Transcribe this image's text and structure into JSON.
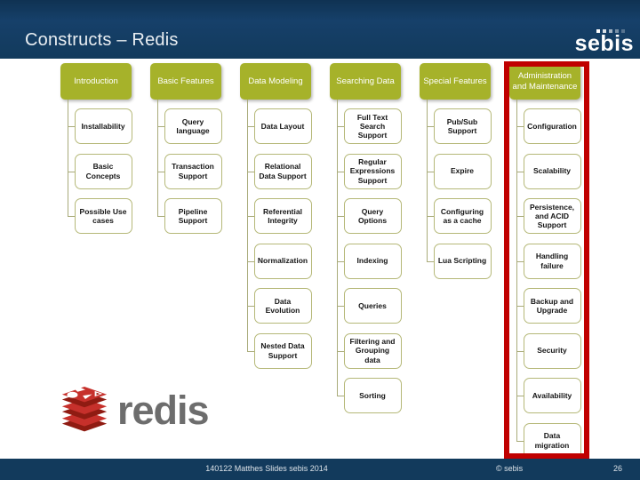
{
  "header": {
    "title": "Constructs – Redis",
    "logo_text": "sebis"
  },
  "diagram": {
    "header_color": "#a6b22a",
    "highlight_color": "#c00000",
    "highlighted_column": "Administration and Maintenance",
    "columns": [
      {
        "label": "Introduction",
        "items": [
          "Installability",
          "Basic Concepts",
          "Possible Use cases"
        ]
      },
      {
        "label": "Basic Features",
        "items": [
          "Query language",
          "Transaction Support",
          "Pipeline Support"
        ]
      },
      {
        "label": "Data Modeling",
        "items": [
          "Data Layout",
          "Relational Data Support",
          "Referential Integrity",
          "Normalization",
          "Data Evolution",
          "Nested Data Support"
        ]
      },
      {
        "label": "Searching Data",
        "items": [
          "Full Text Search Support",
          "Regular Expressions Support",
          "Query Options",
          "Indexing",
          "Queries",
          "Filtering and Grouping data",
          "Sorting"
        ]
      },
      {
        "label": "Special Features",
        "items": [
          "Pub/Sub Support",
          "Expire",
          "Configuring as a cache",
          "Lua Scripting"
        ]
      },
      {
        "label": "Administration and Maintenance",
        "items": [
          "Configuration",
          "Scalability",
          "Persistence, and ACID Support",
          "Handling failure",
          "Backup and Upgrade",
          "Security",
          "Availability",
          "Data migration"
        ]
      }
    ]
  },
  "logo": {
    "text": "redis"
  },
  "footer": {
    "citation": "140122 Matthes Slides sebis 2014",
    "copyright": "© sebis",
    "page_number": "26"
  }
}
